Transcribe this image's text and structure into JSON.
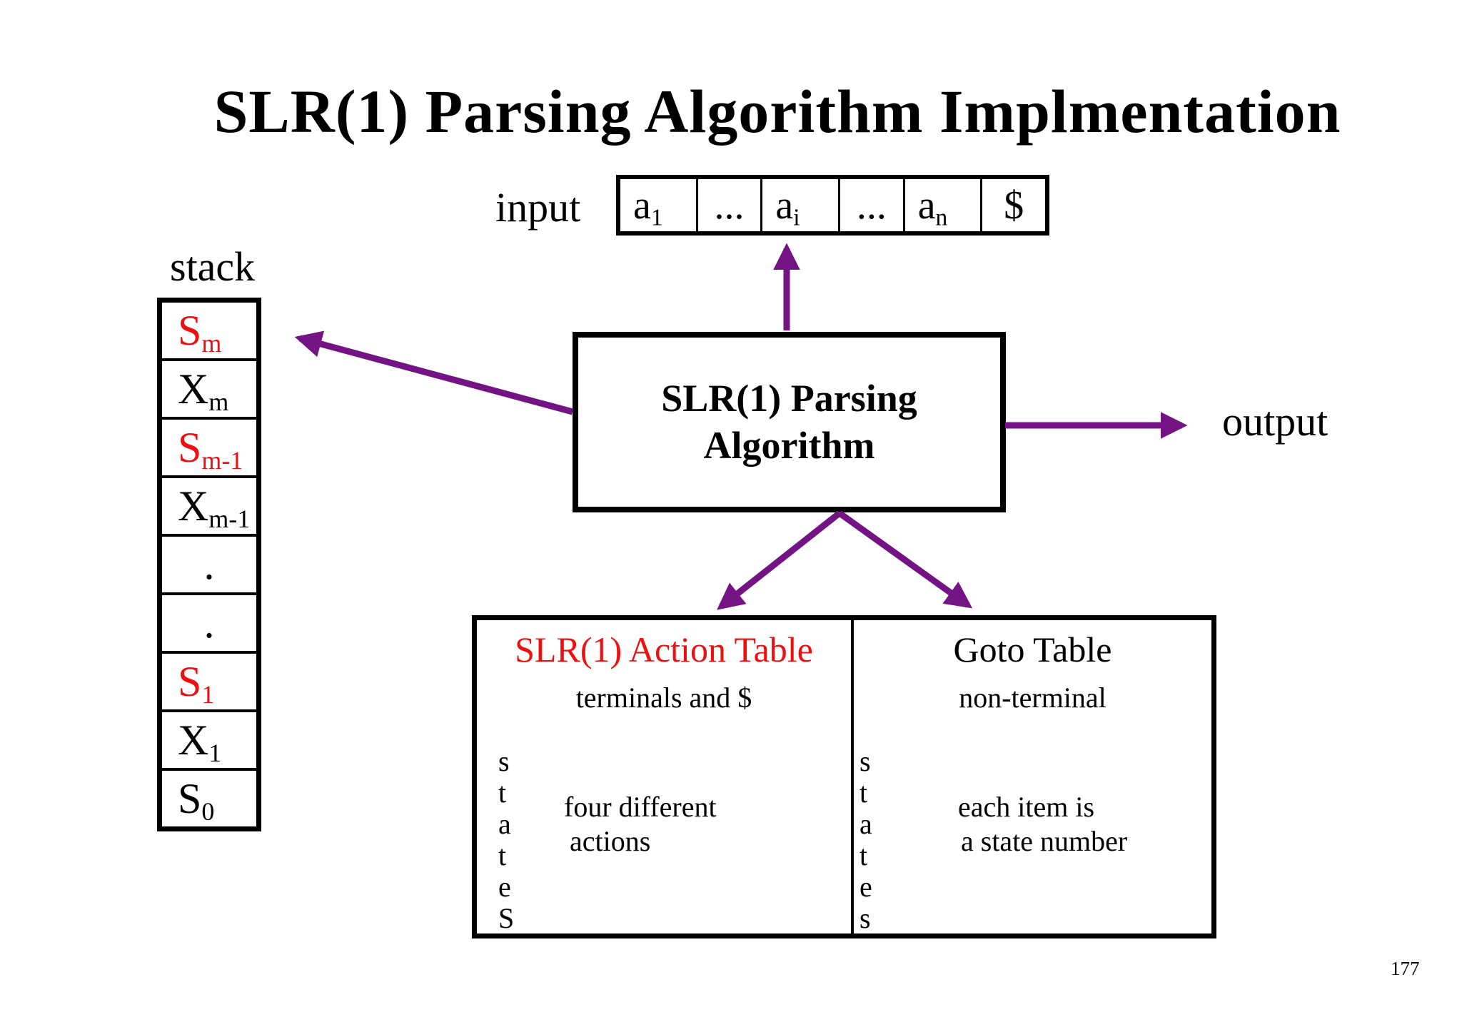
{
  "title": "SLR(1) Parsing Algorithm Implmentation",
  "page_number": "177",
  "colors": {
    "accent_red": "#ee1010",
    "arrow_purple": "#731384",
    "border_black": "#000000"
  },
  "input": {
    "label": "input",
    "cells": [
      {
        "main": "a",
        "sub": "1"
      },
      {
        "main": "...",
        "sub": ""
      },
      {
        "main": "a",
        "sub": "i"
      },
      {
        "main": "...",
        "sub": ""
      },
      {
        "main": "a",
        "sub": "n"
      },
      {
        "main": "$",
        "sub": ""
      }
    ]
  },
  "stack": {
    "label": "stack",
    "cells": [
      {
        "main": "S",
        "sub": "m",
        "color": "red"
      },
      {
        "main": "X",
        "sub": "m",
        "color": "black"
      },
      {
        "main": "S",
        "sub": "m-1",
        "color": "red"
      },
      {
        "main": "X",
        "sub": "m-1",
        "color": "black"
      },
      {
        "main": ".",
        "sub": "",
        "color": "black"
      },
      {
        "main": ".",
        "sub": "",
        "color": "black"
      },
      {
        "main": "S",
        "sub": "1",
        "color": "red"
      },
      {
        "main": "X",
        "sub": "1",
        "color": "black"
      },
      {
        "main": "S",
        "sub": "0",
        "color": "black"
      }
    ]
  },
  "parser_box": {
    "line1": "SLR(1) Parsing",
    "line2": "Algorithm"
  },
  "output_label": "output",
  "action_table": {
    "title": "SLR(1) Action Table",
    "column_header": "terminals and $",
    "row_header_letters": [
      "s",
      "t",
      "a",
      "t",
      "e",
      "S"
    ],
    "note_line1": "four different",
    "note_line2": "actions"
  },
  "goto_table": {
    "title": "Goto Table",
    "column_header": "non-terminal",
    "row_header_letters": [
      "s",
      "t",
      "a",
      "t",
      "e",
      "s"
    ],
    "note_line1": "each item is",
    "note_line2": "a state number"
  }
}
